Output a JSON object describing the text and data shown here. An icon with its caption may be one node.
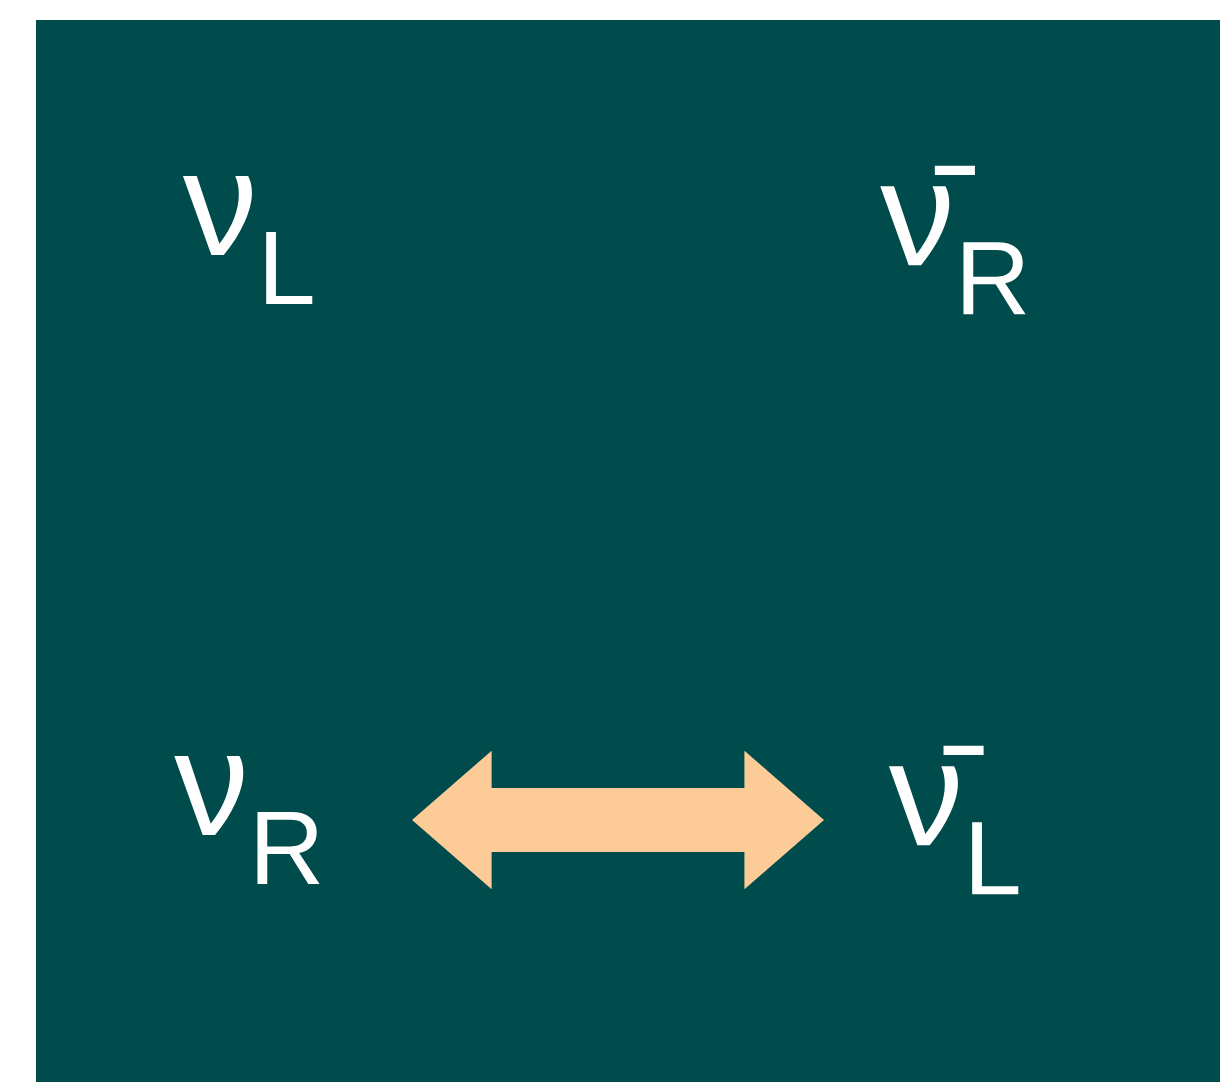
{
  "diagram": {
    "nodes": [
      {
        "text": [
          "ν$_{L}$"
        ]
      },
      {
        "text": [
          "ν̄$_{R}$"
        ]
      },
      {
        "text": [
          "ν$_{R}$"
        ]
      },
      {
        "text": [
          "ν̄$_{L}$"
        ]
      }
    ],
    "edges": [
      {
        "from": 2,
        "to": 3,
        "arrow": "both",
        "color": "#fdcb98"
      }
    ]
  }
}
